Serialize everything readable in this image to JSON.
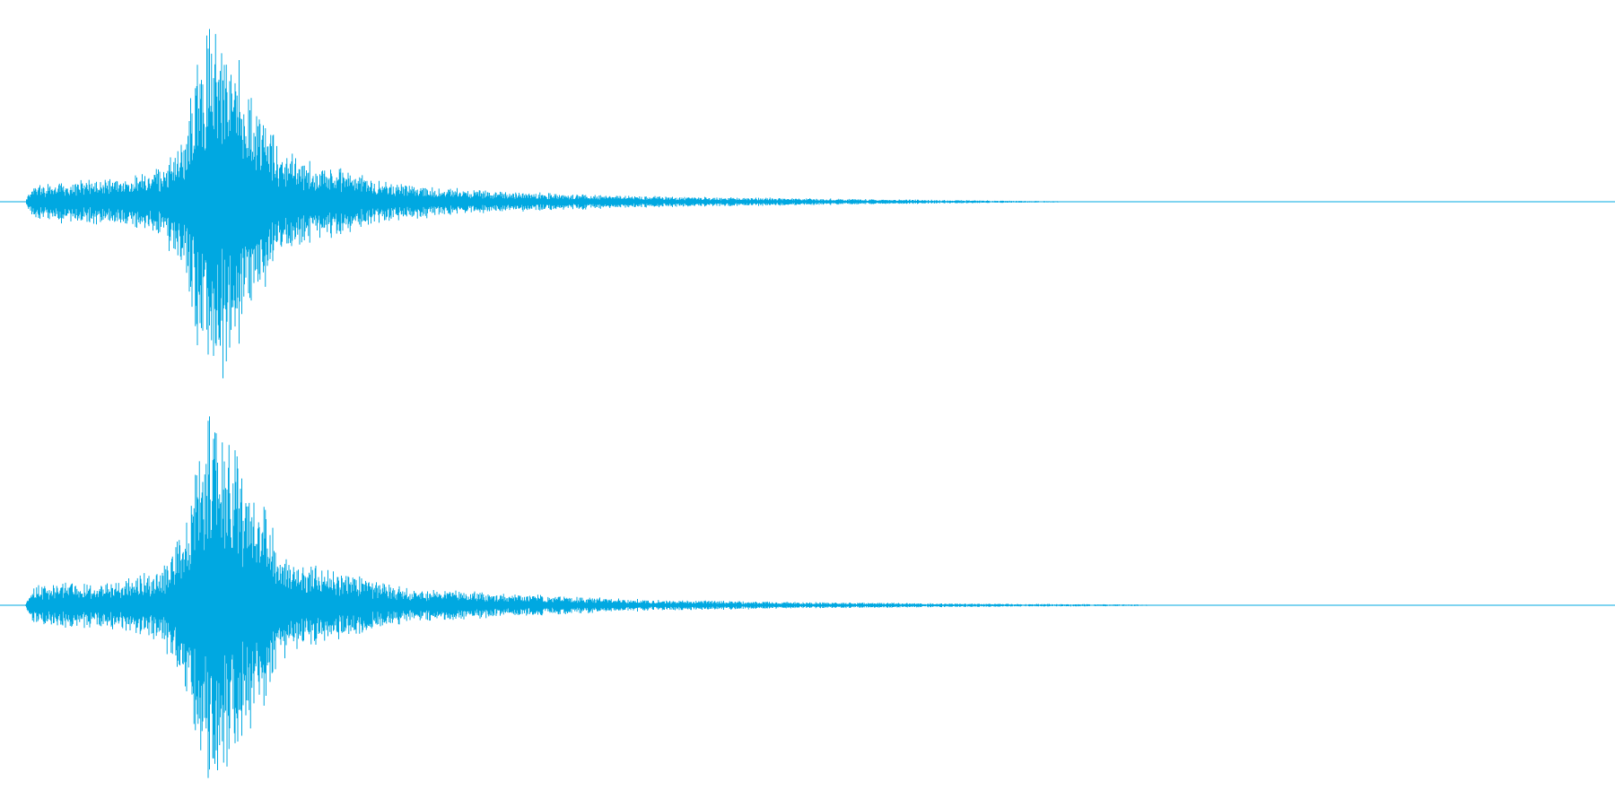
{
  "chart_data": {
    "type": "area",
    "description_kind": "stereo audio waveform",
    "color": "#00a8e1",
    "background": "#ffffff",
    "grid": false,
    "legend": "none",
    "ylim": [
      -1,
      1
    ],
    "duration_fraction_with_signal": 0.7,
    "channels": [
      {
        "peak_amplitude": 0.88,
        "envelope": [
          {
            "t": 0.0,
            "a": 0.0
          },
          {
            "t": 0.005,
            "a": 0.08
          },
          {
            "t": 0.02,
            "a": 0.1
          },
          {
            "t": 0.06,
            "a": 0.11
          },
          {
            "t": 0.085,
            "a": 0.16
          },
          {
            "t": 0.1,
            "a": 0.35
          },
          {
            "t": 0.11,
            "a": 0.88
          },
          {
            "t": 0.125,
            "a": 0.8
          },
          {
            "t": 0.14,
            "a": 0.6
          },
          {
            "t": 0.16,
            "a": 0.24
          },
          {
            "t": 0.2,
            "a": 0.16
          },
          {
            "t": 0.23,
            "a": 0.09
          },
          {
            "t": 0.3,
            "a": 0.05
          },
          {
            "t": 0.38,
            "a": 0.03
          },
          {
            "t": 0.48,
            "a": 0.018
          },
          {
            "t": 0.56,
            "a": 0.01
          },
          {
            "t": 0.62,
            "a": 0.005
          },
          {
            "t": 0.69,
            "a": 0.0
          },
          {
            "t": 1.0,
            "a": 0.0
          }
        ]
      },
      {
        "peak_amplitude": 0.92,
        "envelope": [
          {
            "t": 0.0,
            "a": 0.0
          },
          {
            "t": 0.005,
            "a": 0.09
          },
          {
            "t": 0.02,
            "a": 0.11
          },
          {
            "t": 0.06,
            "a": 0.12
          },
          {
            "t": 0.085,
            "a": 0.17
          },
          {
            "t": 0.1,
            "a": 0.4
          },
          {
            "t": 0.115,
            "a": 0.92
          },
          {
            "t": 0.13,
            "a": 0.78
          },
          {
            "t": 0.145,
            "a": 0.55
          },
          {
            "t": 0.165,
            "a": 0.22
          },
          {
            "t": 0.21,
            "a": 0.14
          },
          {
            "t": 0.24,
            "a": 0.08
          },
          {
            "t": 0.32,
            "a": 0.05
          },
          {
            "t": 0.4,
            "a": 0.025
          },
          {
            "t": 0.5,
            "a": 0.015
          },
          {
            "t": 0.6,
            "a": 0.008
          },
          {
            "t": 0.7,
            "a": 0.004
          },
          {
            "t": 0.72,
            "a": 0.0
          },
          {
            "t": 1.0,
            "a": 0.0
          }
        ]
      }
    ]
  }
}
